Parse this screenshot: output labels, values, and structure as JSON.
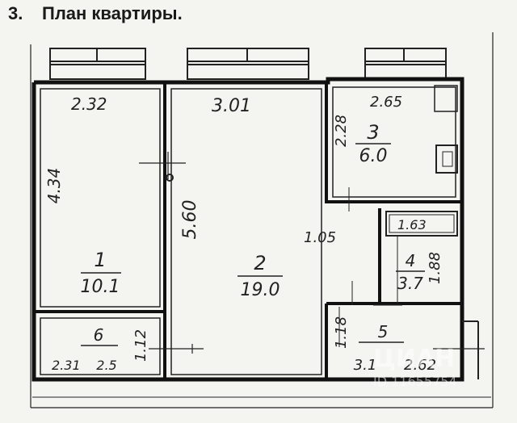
{
  "header": {
    "number": "3.",
    "title": "План квартиры."
  },
  "plan": {
    "dimensions": {
      "room1_width": "2.32",
      "room1_length": "4.34",
      "room2_width": "3.01",
      "room2_length": "5.60",
      "room3_width": "2.65",
      "room3_length": "2.28",
      "hall_width": "1.05",
      "room4_width": "1.63",
      "room4_length": "1.88",
      "room5_length": "1.18",
      "room5_width": "2.62",
      "room6_width": "2.31",
      "room6_length": "1.12"
    },
    "rooms": [
      {
        "number": "1",
        "area": "10.1"
      },
      {
        "number": "2",
        "area": "19.0"
      },
      {
        "number": "3",
        "area": "6.0"
      },
      {
        "number": "4",
        "area": "3.7"
      },
      {
        "number": "5",
        "area": "3.1"
      },
      {
        "number": "6",
        "area": "2.5"
      }
    ],
    "watermark": {
      "brand": "ЦИАН",
      "id": "ID 11655754"
    }
  }
}
